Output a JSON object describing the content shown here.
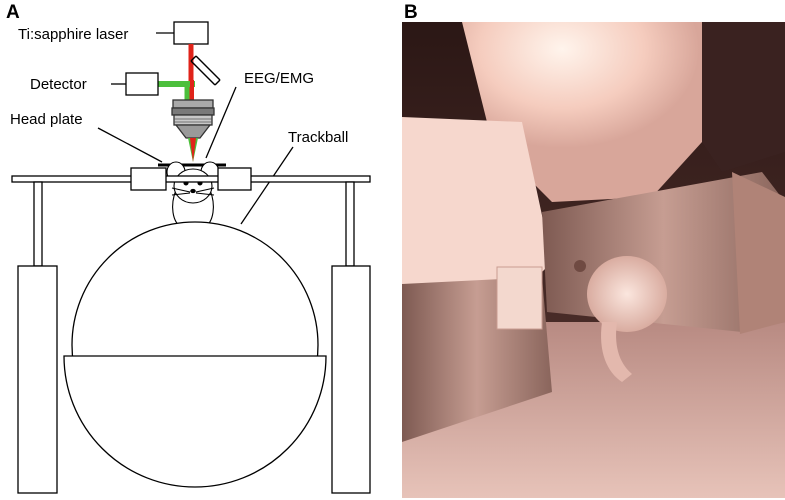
{
  "panels": {
    "a": {
      "letter": "A",
      "labels": {
        "laser": "Ti:sapphire laser",
        "detector": "Detector",
        "eeg": "EEG/EMG",
        "head_plate": "Head plate",
        "trackball": "Trackball"
      },
      "colors": {
        "laser_beam": "#e0231a",
        "emission_beam": "#4cbf3c"
      }
    },
    "b": {
      "letter": "B"
    }
  }
}
